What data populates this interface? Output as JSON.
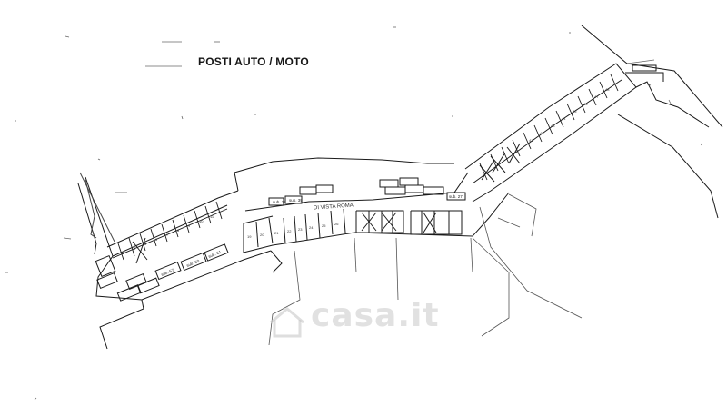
{
  "plan": {
    "title": "POSTI AUTO / MOTO",
    "road_label": "DI VISTA ROMA",
    "watermark": "casa.it",
    "colors": {
      "ink": "#1a1a1a",
      "paper": "#ffffff",
      "watermark": "#c8c8c8"
    },
    "space_labels": [
      "sub. 57",
      "sub. 60",
      "sub. 61",
      "sub. 38",
      "sub. 39",
      "sub. 27"
    ]
  }
}
